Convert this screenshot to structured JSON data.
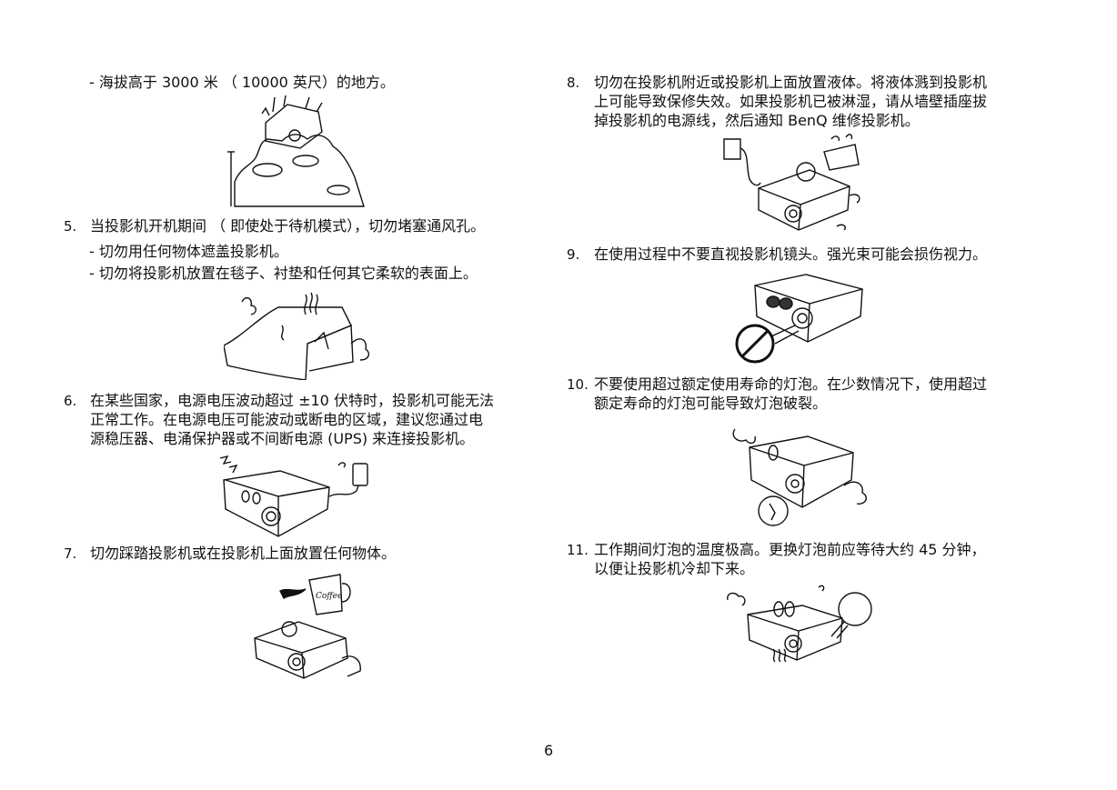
{
  "left": {
    "bullet_altitude": "- 海拔高于 3000 米 （ 10000 英尺）的地方。",
    "item5": {
      "num": "5.",
      "text": "当投影机开机期间 （ 即使处于待机模式），切勿堵塞通风孔。",
      "sub1": "- 切勿用任何物体遮盖投影机。",
      "sub2": "- 切勿将投影机放置在毯子、衬垫和任何其它柔软的表面上。"
    },
    "item6": {
      "num": "6.",
      "line1": "在某些国家，电源电压波动超过 ±10 伏特时，投影机可能无法",
      "line2": "正常工作。在电源电压可能波动或断电的区域，建议您通过电",
      "line3": "源稳压器、电涌保护器或不间断电源 (UPS) 来连接投影机。"
    },
    "item7": {
      "num": "7.",
      "text": "切勿踩踏投影机或在投影机上面放置任何物体。",
      "cup_label": "Coffee"
    }
  },
  "right": {
    "item8": {
      "num": "8.",
      "line1": "切勿在投影机附近或投影机上面放置液体。将液体溅到投影机",
      "line2": "上可能导致保修失效。如果投影机已被淋湿，请从墙壁插座拔",
      "line3": "掉投影机的电源线，然后通知 BenQ 维修投影机。"
    },
    "item9": {
      "num": "9.",
      "text": "在使用过程中不要直视投影机镜头。强光束可能会损伤视力。"
    },
    "item10": {
      "num": "10.",
      "line1": "不要使用超过额定使用寿命的灯泡。在少数情况下，使用超过",
      "line2": "额定寿命的灯泡可能导致灯泡破裂。"
    },
    "item11": {
      "num": "11.",
      "line1": "工作期间灯泡的温度极高。更换灯泡前应等待大约 45 分钟，",
      "line2": "以便让投影机冷却下来。"
    }
  },
  "footer": {
    "page_number": "6"
  }
}
